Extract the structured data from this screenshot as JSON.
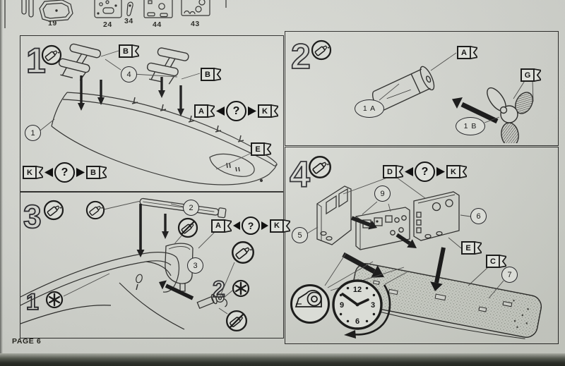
{
  "page_label": "PAGE 6",
  "parts_strip": {
    "labels": [
      "19",
      "24",
      "34",
      "44",
      "43"
    ]
  },
  "symbols": {
    "question": "?"
  },
  "icons": {
    "glue": "glue-tube",
    "no_glue": "glue-tube-crossed",
    "tape": "tape-dispenser",
    "clock": "waiting-clock",
    "asterisk": "eight-spoke-asterisk"
  },
  "step1": {
    "num": "1",
    "flag_b_top": "B",
    "flag_b_right": "B",
    "flag_e": "E",
    "callout_hull": "1",
    "callout_cleats": "4",
    "decision_right": {
      "left": "A",
      "right": "K"
    },
    "decision_left": {
      "left": "K",
      "right": "B"
    }
  },
  "step2": {
    "num": "2",
    "flag_a": "A",
    "flag_g": "G",
    "label_1a": "1 A",
    "label_1b": "1 B"
  },
  "step3": {
    "num": "3",
    "decision": {
      "left": "A",
      "right": "K"
    },
    "callout_pole": "2",
    "callout_rudder": "3",
    "qty_hull": "1",
    "qty_shaft": "2"
  },
  "step4": {
    "num": "4",
    "decision": {
      "left": "D",
      "right": "K"
    },
    "flag_e": "E",
    "flag_c": "C",
    "callout_left_wall": "5",
    "callout_right_wall": "6",
    "callout_deck": "7",
    "callout_console": "9",
    "clock": {
      "n12": "12",
      "n3": "3",
      "n6": "6",
      "n9": "9"
    }
  }
}
